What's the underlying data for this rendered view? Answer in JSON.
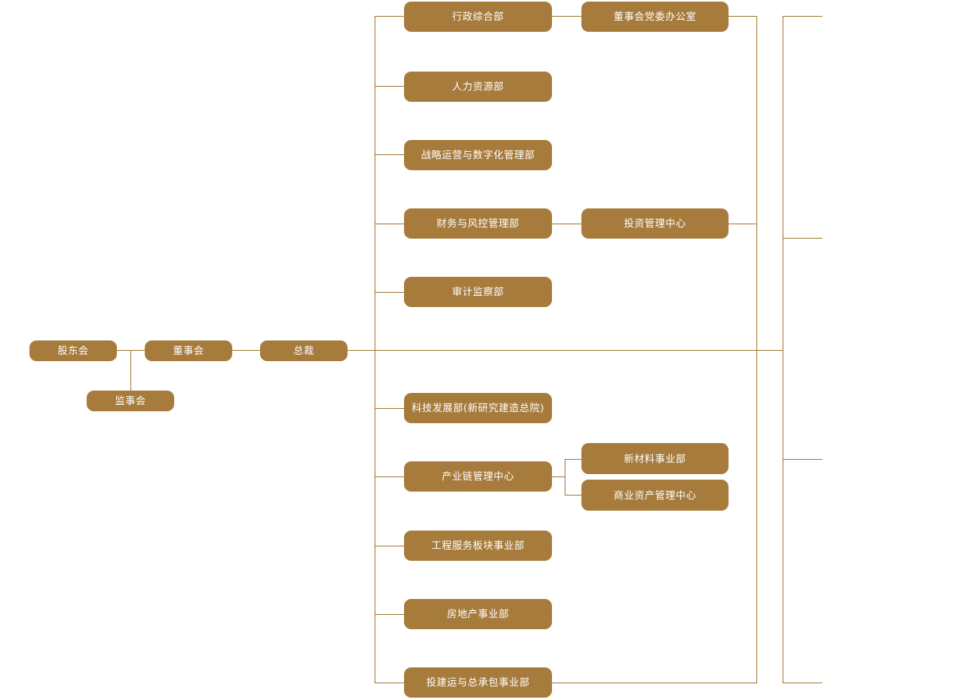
{
  "chart": {
    "type": "org-chart",
    "title": "",
    "accent_color": "#a67b3c",
    "node_text_color": "#ffffff",
    "background_color": "#ffffff",
    "connector_color": "#a67b3c"
  },
  "governance": {
    "shareholders": "股东会",
    "board": "董事会",
    "supervisors": "监事会",
    "president": "总裁"
  },
  "departments": {
    "upper": [
      "行政综合部",
      "人力资源部",
      "战略运营与数字化管理部",
      "财务与风控管理部",
      "审计监察部"
    ],
    "lower": [
      "科技发展部(新研究建造总院)",
      "产业链管理中心",
      "工程服务板块事业部",
      "房地产事业部",
      "投建运与总承包事业部"
    ]
  },
  "sub_units": {
    "board_party_office": "董事会党委办公室",
    "investment_center": "投资管理中心",
    "new_materials": "新材料事业部",
    "commercial_assets": "商业资产管理中心"
  }
}
